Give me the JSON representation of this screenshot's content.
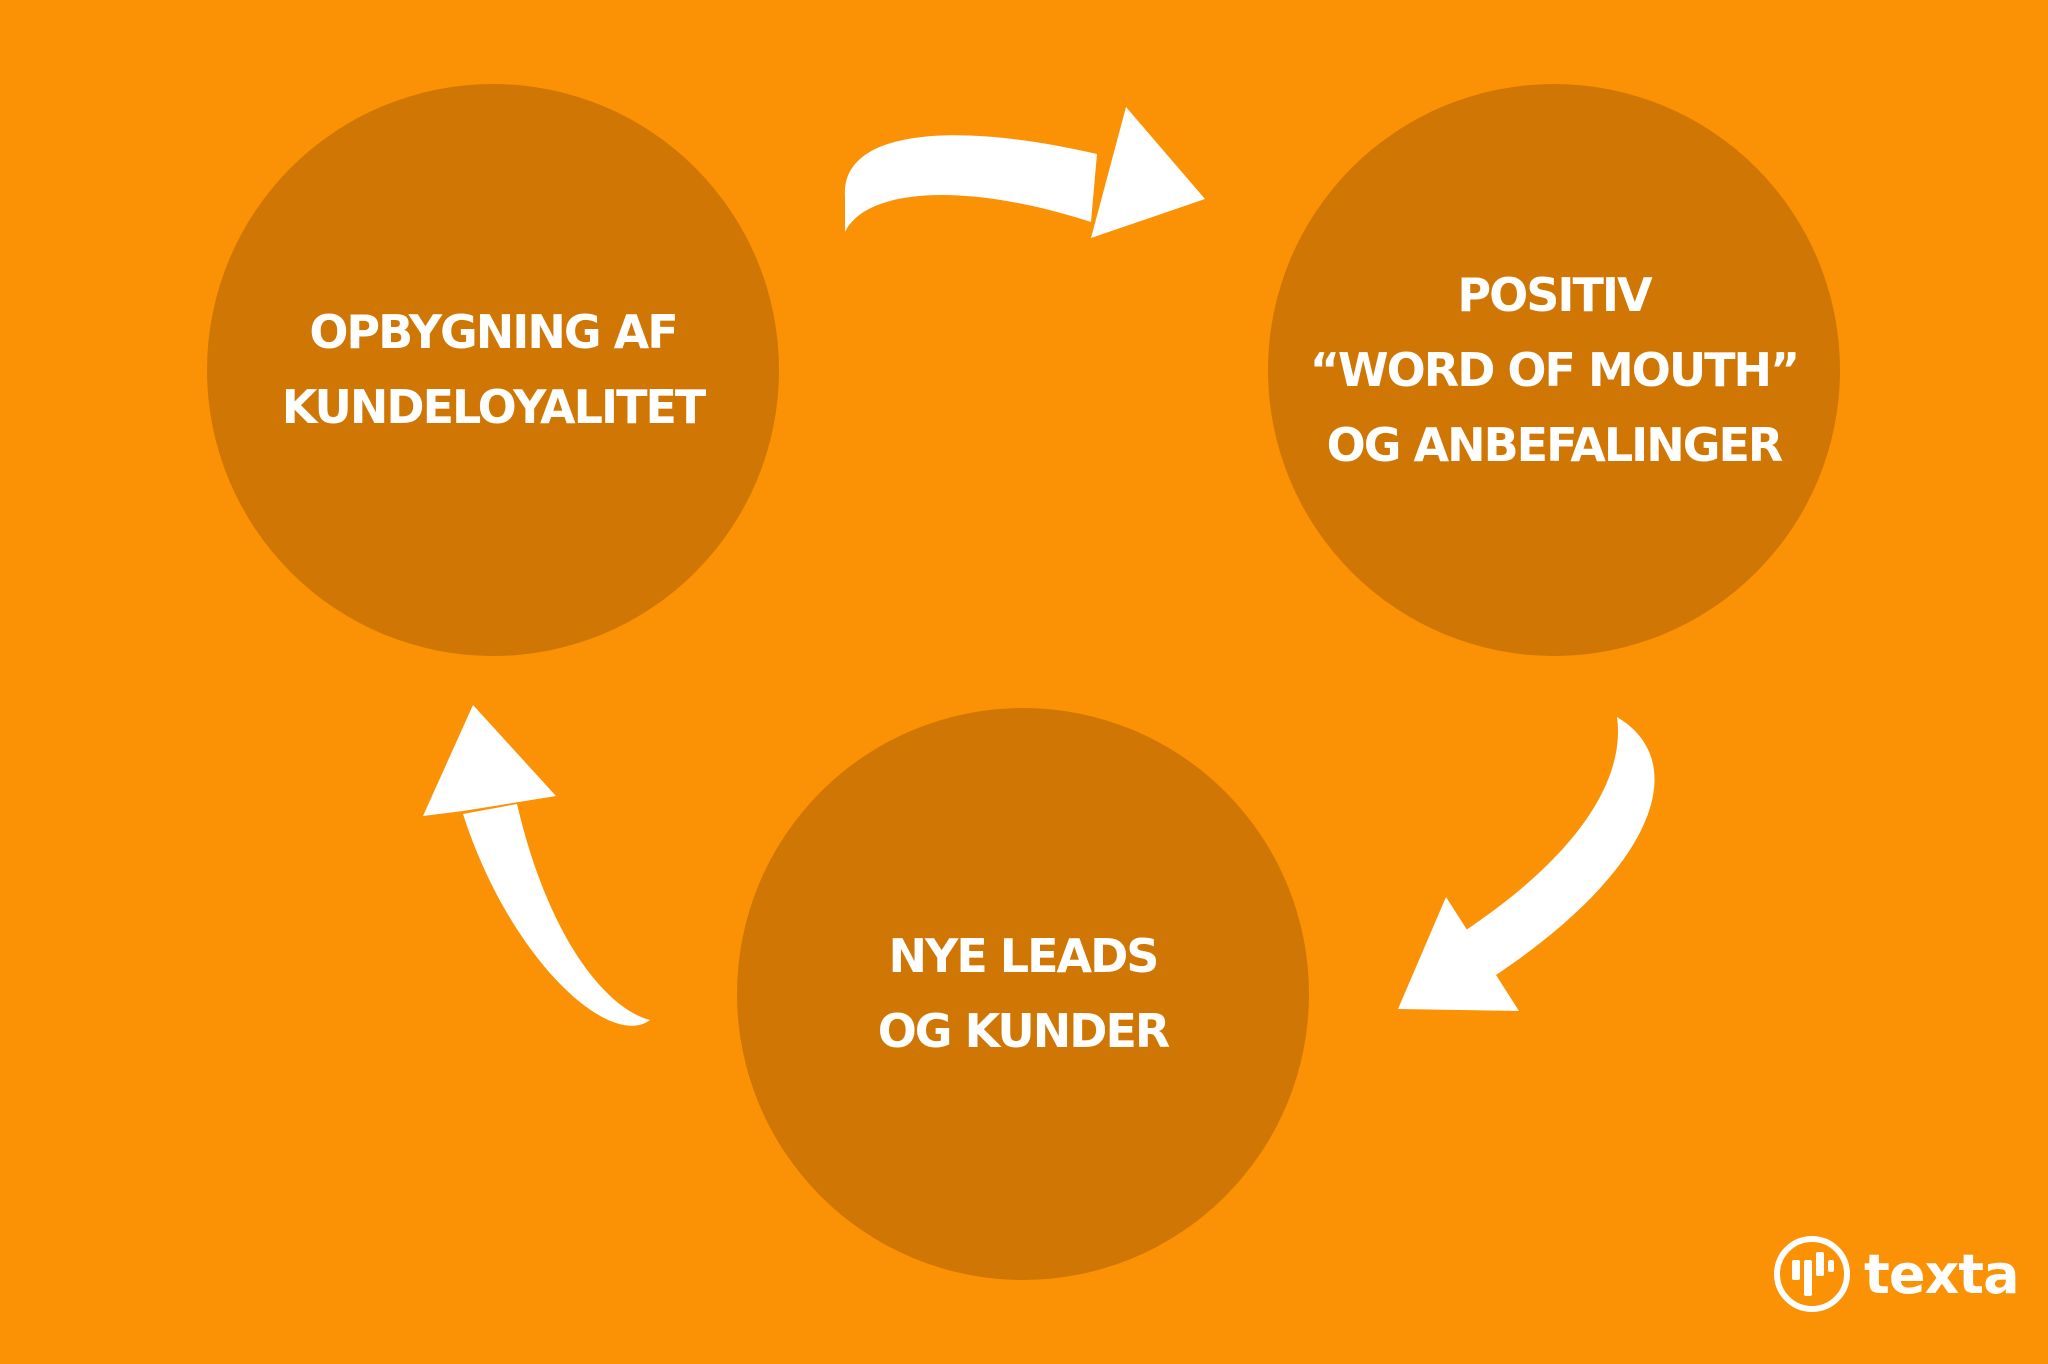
{
  "nodes": [
    {
      "lines": [
        "OPBYGNING AF",
        "KUNDELOYALITET"
      ]
    },
    {
      "lines": [
        "POSITIV",
        "“WORD OF MOUTH”",
        "OG ANBEFALINGER"
      ]
    },
    {
      "lines": [
        "NYE LEADS",
        "OG KUNDER"
      ]
    }
  ],
  "brand": {
    "name": "texta",
    "logo_icon": "texta-logo-icon"
  },
  "colors": {
    "background": "#FB9105",
    "node": "#D07604",
    "text": "#FFFFFF",
    "arrow": "#FFFFFF"
  }
}
